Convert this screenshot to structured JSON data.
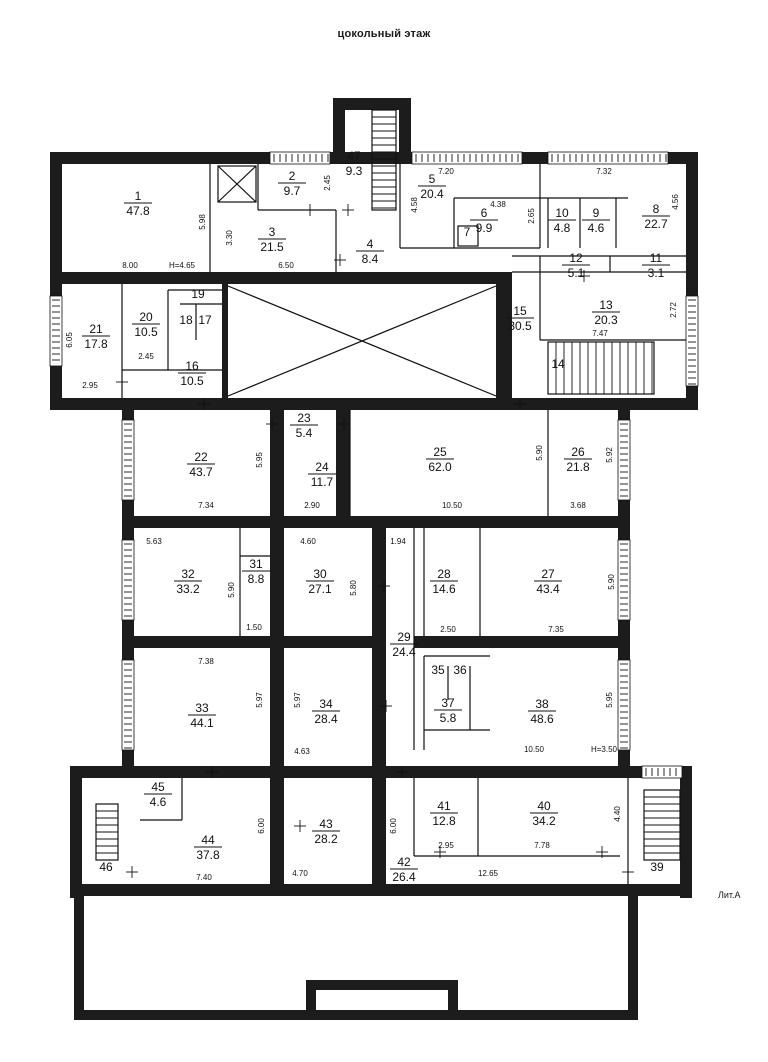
{
  "title": "цокольный этаж",
  "lit": "Лит.А",
  "rooms": [
    {
      "n": "1",
      "a": "47.8"
    },
    {
      "n": "2",
      "a": "9.7"
    },
    {
      "n": "3",
      "a": "21.5"
    },
    {
      "n": "4",
      "a": "8.4"
    },
    {
      "n": "5",
      "a": "20.4"
    },
    {
      "n": "6",
      "a": "9.9"
    },
    {
      "n": "7",
      "a": ""
    },
    {
      "n": "8",
      "a": "22.7"
    },
    {
      "n": "9",
      "a": "4.6"
    },
    {
      "n": "10",
      "a": "4.8"
    },
    {
      "n": "11",
      "a": "3.1"
    },
    {
      "n": "12",
      "a": "5.1"
    },
    {
      "n": "13",
      "a": "20.3"
    },
    {
      "n": "14",
      "a": ""
    },
    {
      "n": "15",
      "a": "30.5"
    },
    {
      "n": "16",
      "a": "10.5"
    },
    {
      "n": "17",
      "a": ""
    },
    {
      "n": "18",
      "a": ""
    },
    {
      "n": "19",
      "a": ""
    },
    {
      "n": "20",
      "a": "10.5"
    },
    {
      "n": "21",
      "a": "17.8"
    },
    {
      "n": "22",
      "a": "43.7"
    },
    {
      "n": "23",
      "a": "5.4"
    },
    {
      "n": "24",
      "a": "11.7"
    },
    {
      "n": "25",
      "a": "62.0"
    },
    {
      "n": "26",
      "a": "21.8"
    },
    {
      "n": "27",
      "a": "43.4"
    },
    {
      "n": "28",
      "a": "14.6"
    },
    {
      "n": "29",
      "a": "24.4"
    },
    {
      "n": "30",
      "a": "27.1"
    },
    {
      "n": "31",
      "a": "8.8"
    },
    {
      "n": "32",
      "a": "33.2"
    },
    {
      "n": "33",
      "a": "44.1"
    },
    {
      "n": "34",
      "a": "28.4"
    },
    {
      "n": "35",
      "a": ""
    },
    {
      "n": "36",
      "a": ""
    },
    {
      "n": "37",
      "a": "5.8"
    },
    {
      "n": "38",
      "a": "48.6"
    },
    {
      "n": "39",
      "a": ""
    },
    {
      "n": "40",
      "a": "34.2"
    },
    {
      "n": "41",
      "a": "12.8"
    },
    {
      "n": "42",
      "a": "26.4"
    },
    {
      "n": "43",
      "a": "28.2"
    },
    {
      "n": "44",
      "a": "37.8"
    },
    {
      "n": "45",
      "a": "4.6"
    },
    {
      "n": "46",
      "a": ""
    },
    {
      "n": "47",
      "a": "9.3"
    }
  ],
  "dims": [
    "8.00",
    "H=4.65",
    "5.98",
    "3.30",
    "2.45",
    "6.50",
    "4.58",
    "7.20",
    "7.32",
    "4.38",
    "2.65",
    "4.56",
    "2.72",
    "7.47",
    "6.05",
    "2.45",
    "2.95",
    "5.95",
    "7.34",
    "2.90",
    "10.50",
    "5.90",
    "3.68",
    "5.92",
    "5.63",
    "1.94",
    "4.60",
    "5.90",
    "5.80",
    "1.50",
    "2.50",
    "7.35",
    "5.90",
    "7.38",
    "5.97",
    "5.97",
    "4.63",
    "10.50",
    "H=3.50",
    "5.95",
    "6.00",
    "6.00",
    "2.95",
    "7.78",
    "4.40",
    "7.40",
    "4.70",
    "12.65"
  ]
}
